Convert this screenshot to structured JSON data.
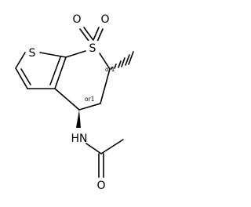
{
  "atoms": {
    "thiophene_s": "S",
    "sulfonyl_s": "S",
    "sulfonyl_o_left": "O",
    "sulfonyl_o_right": "O",
    "amide_nh": "HN",
    "carbonyl_o": "O"
  },
  "stereo_labels": {
    "c6": "or1",
    "c4": "or1"
  }
}
